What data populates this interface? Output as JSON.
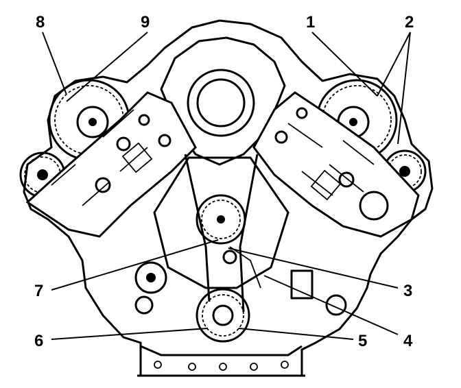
{
  "figure": {
    "kind": "engine front view line drawing (timing chain components)",
    "ink_color": "#000000",
    "background_color": "#ffffff"
  },
  "callouts": [
    {
      "id": "c1",
      "label": "1"
    },
    {
      "id": "c2",
      "label": "2"
    },
    {
      "id": "c3",
      "label": "3"
    },
    {
      "id": "c4",
      "label": "4"
    },
    {
      "id": "c5",
      "label": "5"
    },
    {
      "id": "c6",
      "label": "6"
    },
    {
      "id": "c7",
      "label": "7"
    },
    {
      "id": "c8",
      "label": "8"
    },
    {
      "id": "c9",
      "label": "9"
    }
  ]
}
